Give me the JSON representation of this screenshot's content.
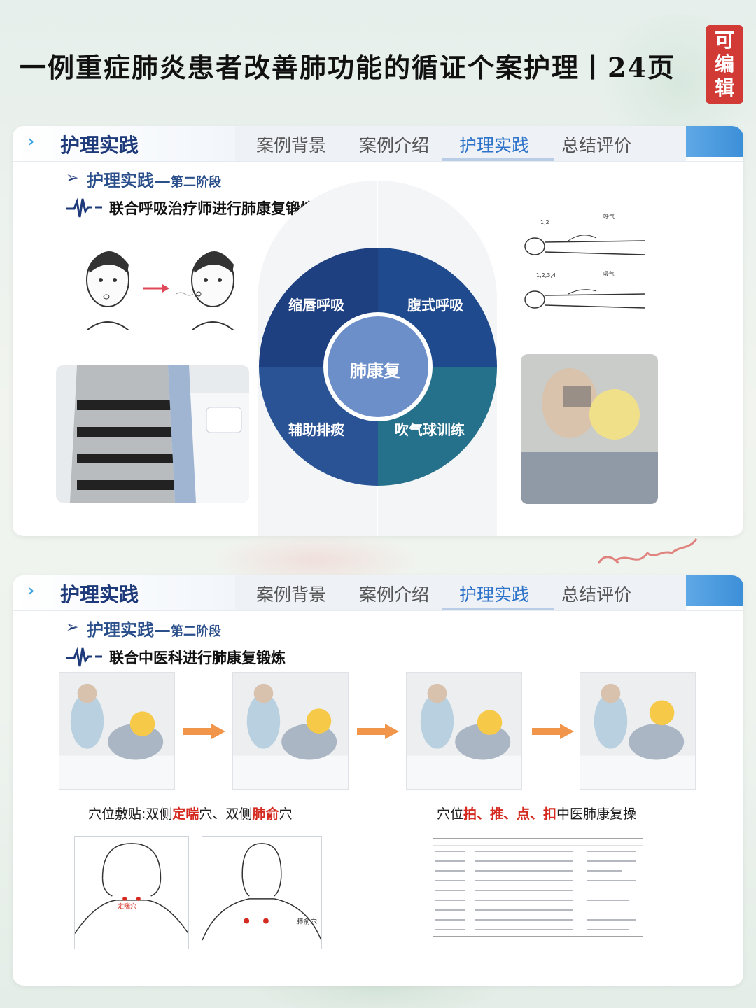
{
  "page": {
    "title": "一例重症肺炎患者改善肺功能的循证个案护理丨24页",
    "edit_badge": [
      "可",
      "编",
      "辑"
    ]
  },
  "nav": {
    "section_title": "护理实践",
    "tabs": [
      "案例背景",
      "案例介绍",
      "护理实践",
      "总结评价"
    ],
    "active_tab": 2
  },
  "slide1": {
    "heading": "护理实践—",
    "heading_small": "第二阶段",
    "description": "联合呼吸治疗师进行肺康复锻炼",
    "diagram": {
      "center": "肺康复",
      "quadrants": [
        "缩唇呼吸",
        "腹式呼吸",
        "辅助排痰",
        "吹气球训练"
      ]
    },
    "illustration_labels": {
      "top": "1,2",
      "bottom": "1,2,3,4",
      "exhale": "呼气",
      "inhale": "吸气"
    }
  },
  "slide2": {
    "heading": "护理实践—",
    "heading_small": "第二阶段",
    "description": "联合中医科进行肺康复锻炼",
    "caption_left": {
      "prefix": "穴位敷贴:双侧",
      "point1": "定喘",
      "mid": "穴、双侧",
      "point2": "肺俞",
      "suffix": "穴"
    },
    "caption_right": {
      "prefix": "穴位",
      "actions": "拍、推、点、扣",
      "suffix": "中医肺康复操"
    },
    "acupoint_labels": [
      "定喘穴",
      "肺俞穴"
    ]
  },
  "colors": {
    "dark_blue": "#1e3f80",
    "mid_blue": "#2a5396",
    "teal": "#25708a",
    "center_blue": "#6d8fc9",
    "accent_red": "#d42a20",
    "badge_red": "#d23b35"
  }
}
